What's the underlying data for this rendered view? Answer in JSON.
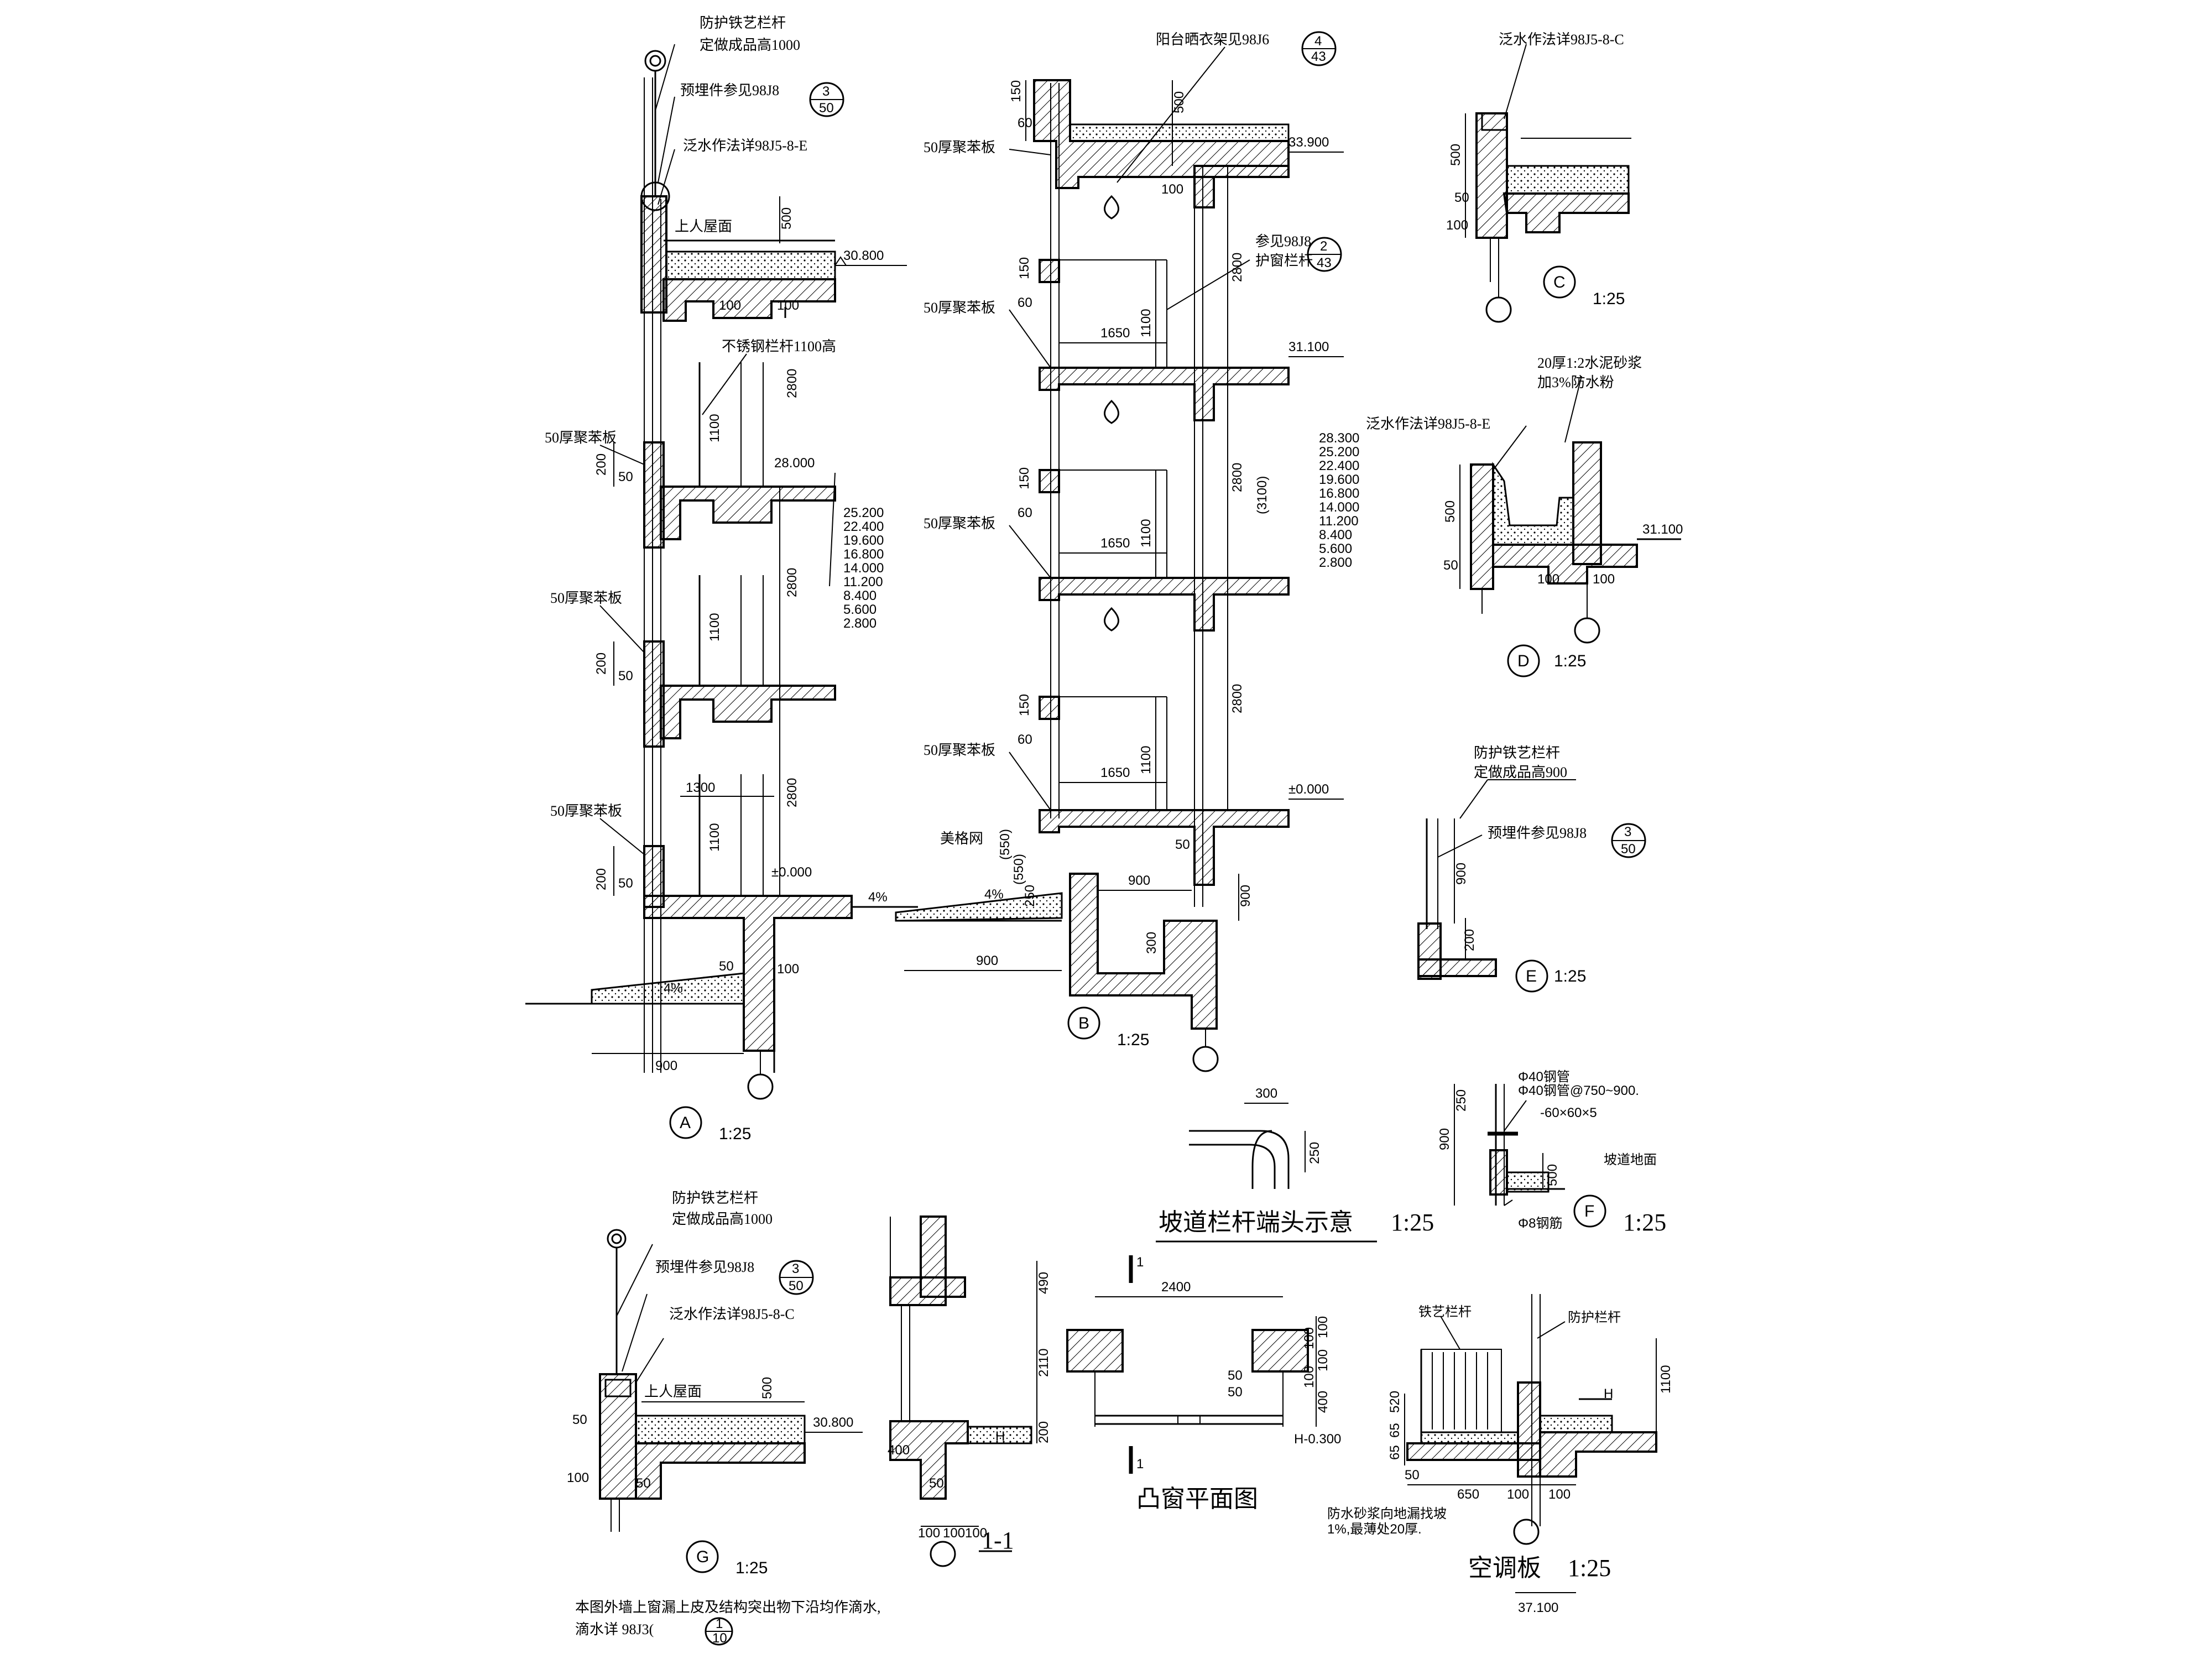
{
  "details": {
    "A": {
      "tag": "A",
      "scale": "1:25",
      "railing_1": "防护铁艺栏杆",
      "railing_2": "定做成品高1000",
      "embed": "预埋件参见98J8",
      "embed_ref_top": "3",
      "embed_ref_bottom": "50",
      "flashing": "泛水作法详98J5-8-E",
      "roof": "上人屋面",
      "elev_roof": "30.800",
      "steel_rail": "不锈钢栏杆1100高",
      "board_1": "50厚聚苯板",
      "board_2": "50厚聚苯板",
      "board_3": "50厚聚苯板",
      "elev_floor": "28.000",
      "elev_list": [
        "25.200",
        "22.400",
        "19.600",
        "16.800",
        "14.000",
        "11.200",
        "8.400",
        "5.600",
        "2.800"
      ],
      "elev_ground": "±0.000",
      "slope": "4%",
      "slope_2": "4%",
      "dims": {
        "d500": "500",
        "d100a": "100",
        "d100b": "100",
        "d2800a": "2800",
        "d1100a": "1100",
        "d200a": "200",
        "d50a": "50",
        "d2800b": "2800",
        "d1100b": "1100",
        "d200b": "200",
        "d50b": "50",
        "d1300": "1300",
        "d2800c": "2800",
        "d1100c": "1100",
        "d200c": "200",
        "d50c": "50",
        "d50d": "50",
        "d100c": "100",
        "d900": "900"
      }
    },
    "B": {
      "tag": "B",
      "scale": "1:25",
      "hanger": "阳台晒衣架见98J6",
      "hanger_ref_top": "4",
      "hanger_ref_bottom": "43",
      "board_1": "50厚聚苯板",
      "board_2": "50厚聚苯板",
      "board_3": "50厚聚苯板",
      "board_4": "50厚聚苯板",
      "elev_top": "33.900",
      "rail_ref_1": "参见98J8",
      "rail_ref_2": "护窗栏杆",
      "rail_ref_top": "2",
      "rail_ref_bottom": "43",
      "elev_31": "31.100",
      "elev_list": [
        "28.300",
        "25.200",
        "22.400",
        "19.600",
        "16.800",
        "14.000",
        "11.200",
        "8.400",
        "5.600",
        "2.800"
      ],
      "elev_ground": "±0.000",
      "mesh": "美格网",
      "slope": "4%",
      "dims": {
        "d150a": "150",
        "d60a": "60",
        "d500": "500",
        "d100": "100",
        "d150b": "150",
        "d60b": "60",
        "d1650a": "1650",
        "d1100a": "1100",
        "d2800a": "2800",
        "d150c": "150",
        "d60c": "60",
        "d1650b": "1650",
        "d1100b": "1100",
        "d2800b": "2800",
        "d3100": "(3100)",
        "d150d": "150",
        "d60d": "60",
        "d1650c": "1650",
        "d1100c": "1100",
        "d2800c": "2800",
        "d550a": "(550)",
        "d550b": "(550)",
        "d250": "250",
        "d900a": "900",
        "d300": "300",
        "d50": "50",
        "d900b": "900",
        "d900c": "900"
      }
    },
    "C": {
      "tag": "C",
      "scale": "1:25",
      "flashing": "泛水作法详98J5-8-C",
      "dims": {
        "d500": "500",
        "d50": "50",
        "d100": "100"
      }
    },
    "D": {
      "tag": "D",
      "scale": "1:25",
      "mortar_1": "20厚1:2水泥砂浆",
      "mortar_2": "加3%防水粉",
      "flashing": "泛水作法详98J5-8-E",
      "elev": "31.100",
      "dims": {
        "d500": "500",
        "d50": "50",
        "d100a": "100",
        "d100b": "100"
      }
    },
    "E": {
      "tag": "E",
      "scale": "1:25",
      "railing_1": "防护铁艺栏杆",
      "railing_2": "定做成品高900",
      "embed": "预埋件参见98J8",
      "embed_ref_top": "3",
      "embed_ref_bottom": "50",
      "dims": {
        "d900": "900",
        "d200": "200"
      }
    },
    "F": {
      "tag": "F",
      "scale": "1:25",
      "pipe": "Φ40钢管",
      "post": "Φ40钢管@750~900.",
      "plate": "-60×60×5",
      "ramp": "坡道地面",
      "bar": "Φ8钢筋",
      "dims": {
        "d250": "250",
        "d900": "900",
        "d500": "500"
      }
    },
    "G": {
      "tag": "G",
      "scale": "1:25",
      "railing_1": "防护铁艺栏杆",
      "railing_2": "定做成品高1000",
      "embed": "预埋件参见98J8",
      "embed_ref_top": "3",
      "embed_ref_bottom": "50",
      "flashing": "泛水作法详98J5-8-C",
      "roof": "上人屋面",
      "elev": "30.800",
      "dims": {
        "d500": "500",
        "d50a": "50",
        "d100": "100",
        "d50b": "50"
      }
    },
    "ramp_end": {
      "title": "坡道栏杆端头示意",
      "scale": "1:25",
      "dims": {
        "d300": "300",
        "d250": "250"
      }
    },
    "section_1_1": {
      "title": "1-1",
      "dims": {
        "d490": "490",
        "d2110": "2110",
        "d200": "200",
        "d400": "400",
        "d50": "50",
        "d100a": "100",
        "d100b": "100",
        "d100c": "100"
      },
      "mark": "H"
    },
    "bay_window": {
      "title": "凸窗平面图",
      "cut_top": "1",
      "cut_bottom": "1",
      "dims": {
        "d2400": "2400",
        "d100a": "100",
        "d100b": "100",
        "d50": "50",
        "d400": "400",
        "d100c": "100",
        "d100d": "100",
        "d50b": "50"
      },
      "elev": "H-0.300"
    },
    "ac_board": {
      "title": "空调板",
      "scale": "1:25",
      "elev": "37.100",
      "iron_rail": "铁艺栏杆",
      "guard_rail": "防护栏杆",
      "note_1": "防水砂浆向地漏找坡",
      "note_2": "1%,最薄处20厚.",
      "mark": "H",
      "dims": {
        "d1100": "1100",
        "d520": "520",
        "d65a": "65",
        "d65b": "65",
        "d50": "50",
        "d650": "650",
        "d100a": "100",
        "d100b": "100"
      }
    }
  },
  "notes": {
    "line_1": "本图外墙上窗漏上皮及结构突出物下沿均作滴水,",
    "line_2": "滴水详 98J3(",
    "ref_top": "1",
    "ref_bottom": "10"
  }
}
